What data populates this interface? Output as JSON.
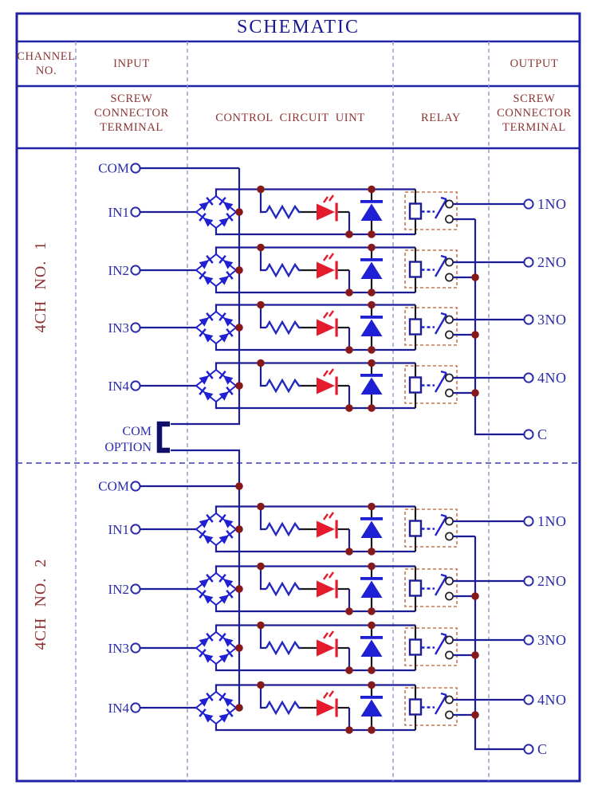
{
  "title": "SCHEMATIC",
  "header": {
    "channel_no": [
      "CHANNEL",
      "NO."
    ],
    "input": "INPUT",
    "output": "OUTPUT",
    "input_sub": [
      "SCREW",
      "CONNECTOR",
      "TERMINAL"
    ],
    "control_sub": "CONTROL CIRCUIT UINT",
    "relay_sub": "RELAY",
    "output_sub": [
      "SCREW",
      "CONNECTOR",
      "TERMINAL"
    ]
  },
  "com_option": [
    "COM",
    "OPTION"
  ],
  "groups": [
    {
      "label": "4CH NO. 1",
      "com": "COM",
      "inputs": [
        "IN1",
        "IN2",
        "IN3",
        "IN4"
      ],
      "outputs": [
        "1NO",
        "2NO",
        "3NO",
        "4NO"
      ],
      "common": "C"
    },
    {
      "label": "4CH NO. 2",
      "com": "COM",
      "inputs": [
        "IN1",
        "IN2",
        "IN3",
        "IN4"
      ],
      "outputs": [
        "1NO",
        "2NO",
        "3NO",
        "4NO"
      ],
      "common": "C"
    }
  ],
  "colors": {
    "border": "#2121a8",
    "wire": "#1c1c96",
    "component_blue": "#1f1fd4",
    "led_red": "#e31b2d",
    "junction_dot": "#861919",
    "relay_box_dash": "#c8764f",
    "header_text": "#8b3535",
    "label_text": "#2a2aaa",
    "title_text": "#191992"
  }
}
